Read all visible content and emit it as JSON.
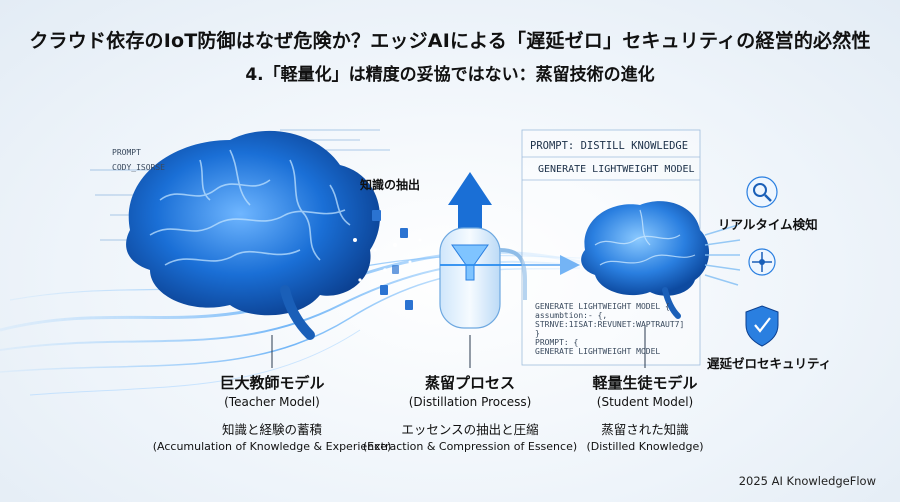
{
  "title": "クラウド依存のIoT防御はなぜ危険か？エッジAIによる「遅延ゼロ」セキュリティの経営的必然性",
  "subtitle": "4.「軽量化」は精度の妥協ではない：蒸留技術の進化",
  "knowledge_extract_label": "知識の抽出",
  "teacher": {
    "ja": "巨大教師モデル",
    "en": "(Teacher Model)",
    "desc_ja": "知識と経験の蓄積",
    "desc_en": "(Accumulation of Knowledge & Experience)"
  },
  "distill": {
    "ja": "蒸留プロセス",
    "en": "(Distillation Process)",
    "desc_ja": "エッセンスの抽出と圧縮",
    "desc_en": "(Extraction & Compression of Essence)"
  },
  "student": {
    "ja": "軽量生徒モデル",
    "en": "(Student Model)",
    "desc_ja": "蒸留された知識",
    "desc_en": "(Distilled Knowledge)"
  },
  "prompt_panel": {
    "line1": "PROMPT: DISTILL KNOWLEDGE",
    "line2": "GENERATE LIGHTWEIGHT MODEL"
  },
  "code_left": [
    "PROMPT",
    "CODY_ISORSE"
  ],
  "code_bottom": [
    "GENERATE LIGHTWEIGHT MODEL {",
    "  assumbtion:- {,",
    "  STRNVE:1ISAT:REVUNET:WAPTRAUT7]",
    "}",
    "PROMPT: {",
    "  GENERATE LIGHTWEIGHT MODEL"
  ],
  "capabilities": [
    {
      "label": "リアルタイム検知",
      "icon": "magnifier-icon"
    },
    {
      "label": "",
      "icon": "crosshair-icon"
    },
    {
      "label": "遅延ゼロセキュリティ",
      "icon": "shield-check-icon"
    }
  ],
  "footer": "2025 AI KnowledgeFlow",
  "colors": {
    "accent": "#1a6fd6",
    "deep": "#0b3f8f",
    "glow": "#7fc4ff"
  }
}
